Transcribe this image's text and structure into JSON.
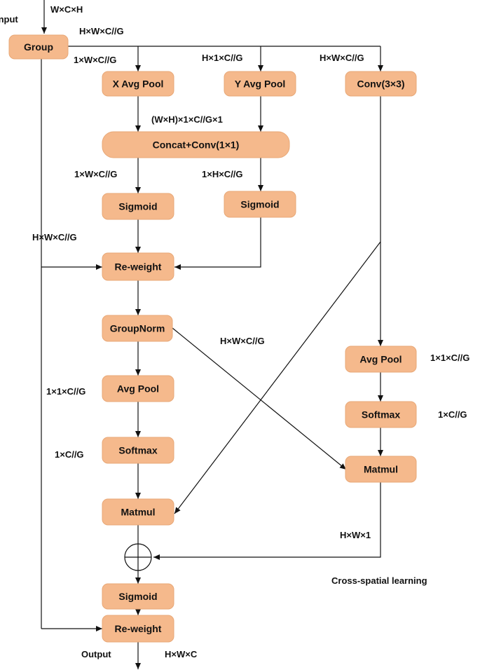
{
  "nodes": {
    "group": "Group",
    "x_avg_pool": "X Avg Pool",
    "y_avg_pool": "Y Avg Pool",
    "conv3x3": "Conv(3×3)",
    "concat_conv": "Concat+Conv(1×1)",
    "sigmoid_left": "Sigmoid",
    "sigmoid_right": "Sigmoid",
    "reweight_top": "Re-weight",
    "groupnorm": "GroupNorm",
    "avg_pool_left": "Avg Pool",
    "softmax_left": "Softmax",
    "matmul_left": "Matmul",
    "avg_pool_right": "Avg Pool",
    "softmax_right": "Softmax",
    "matmul_right": "Matmul",
    "sigmoid_bottom": "Sigmoid",
    "reweight_bottom": "Re-weight"
  },
  "labels": {
    "input_title": "Input",
    "input_dims": "W×C×H",
    "group_out": "H×W×C//G",
    "x_pool_in": "1×W×C//G",
    "y_pool_in": "H×1×C//G",
    "conv_in": "H×W×C//G",
    "concat_in": "(W×H)×1×C//G×1",
    "sig_left_in": "1×W×C//G",
    "sig_right_in": "1×H×C//G",
    "residual": "H×W×C//G",
    "cross_dims": "H×W×C//G",
    "avg_left_dims": "1×1×C//G",
    "softmax_left_dims": "1×C//G",
    "avg_right_dims": "1×1×C//G",
    "softmax_right_dims": "1×C//G",
    "matmul_right_out": "H×W×1",
    "cross_spatial": "Cross-spatial learning",
    "output_title": "Output",
    "output_dims": "H×W×C"
  }
}
